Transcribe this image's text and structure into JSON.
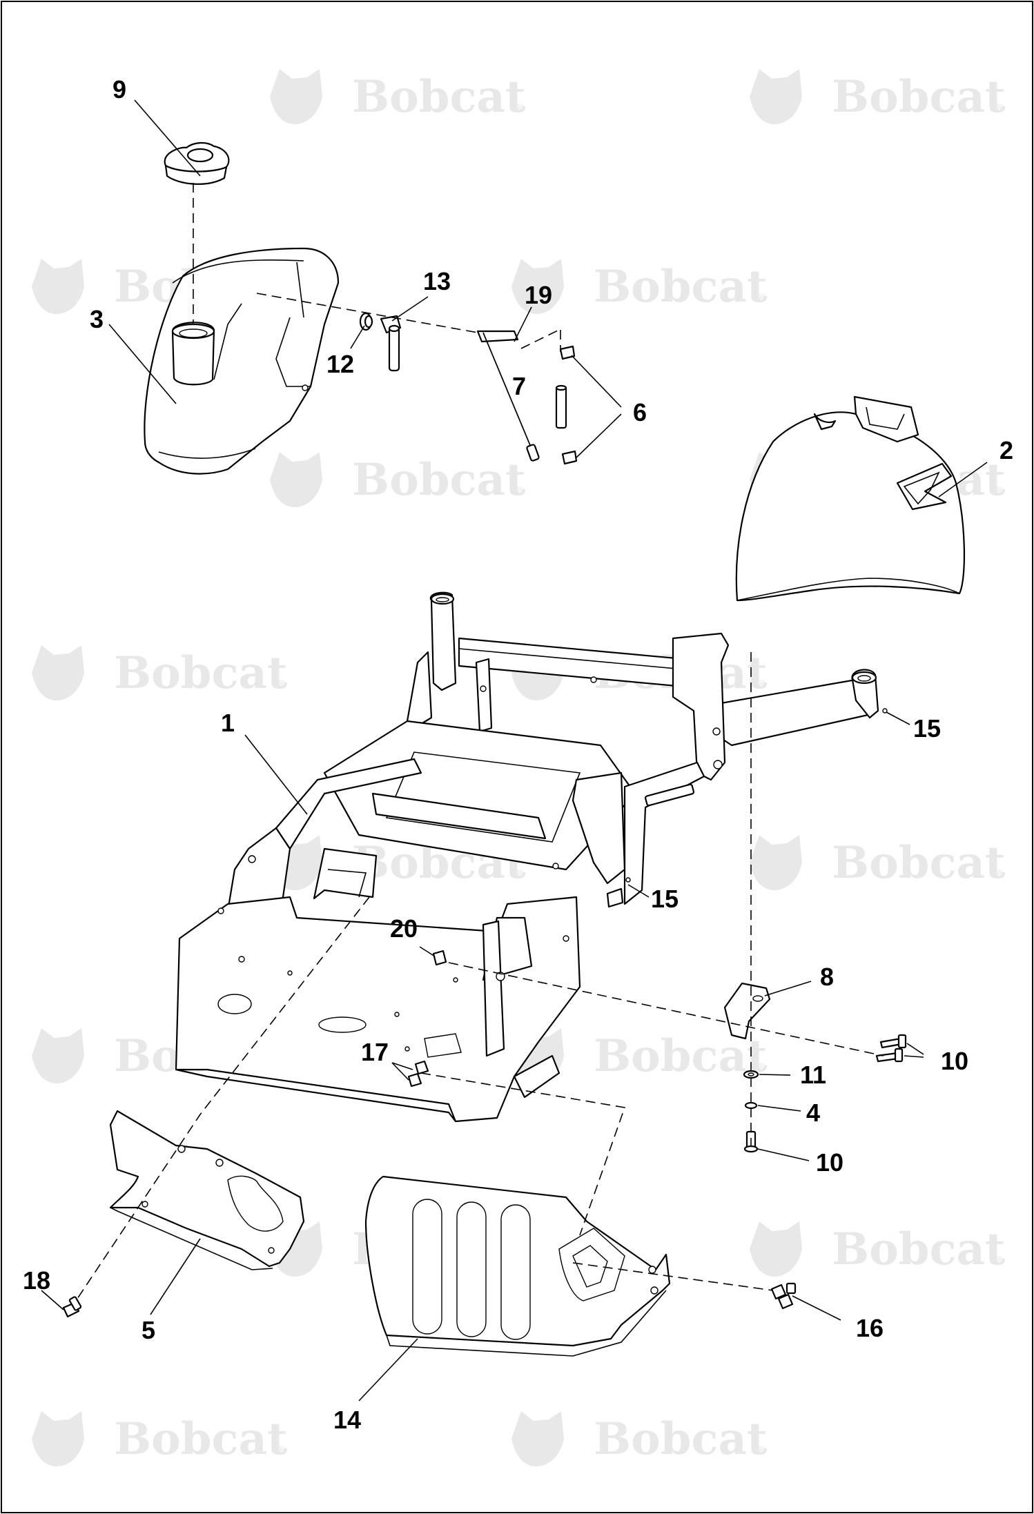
{
  "watermark": {
    "brand": "Bobcat",
    "reg_mark": "®"
  },
  "callouts": [
    {
      "id": "1",
      "label": "1"
    },
    {
      "id": "2",
      "label": "2"
    },
    {
      "id": "3",
      "label": "3"
    },
    {
      "id": "4",
      "label": "4"
    },
    {
      "id": "5",
      "label": "5"
    },
    {
      "id": "6",
      "label": "6"
    },
    {
      "id": "7",
      "label": "7"
    },
    {
      "id": "8",
      "label": "8"
    },
    {
      "id": "9",
      "label": "9"
    },
    {
      "id": "10a",
      "label": "10"
    },
    {
      "id": "10b",
      "label": "10"
    },
    {
      "id": "11",
      "label": "11"
    },
    {
      "id": "12",
      "label": "12"
    },
    {
      "id": "13",
      "label": "13"
    },
    {
      "id": "14",
      "label": "14"
    },
    {
      "id": "15a",
      "label": "15"
    },
    {
      "id": "15b",
      "label": "15"
    },
    {
      "id": "16",
      "label": "16"
    },
    {
      "id": "17",
      "label": "17"
    },
    {
      "id": "18",
      "label": "18"
    },
    {
      "id": "19",
      "label": "19"
    },
    {
      "id": "20",
      "label": "20"
    }
  ]
}
